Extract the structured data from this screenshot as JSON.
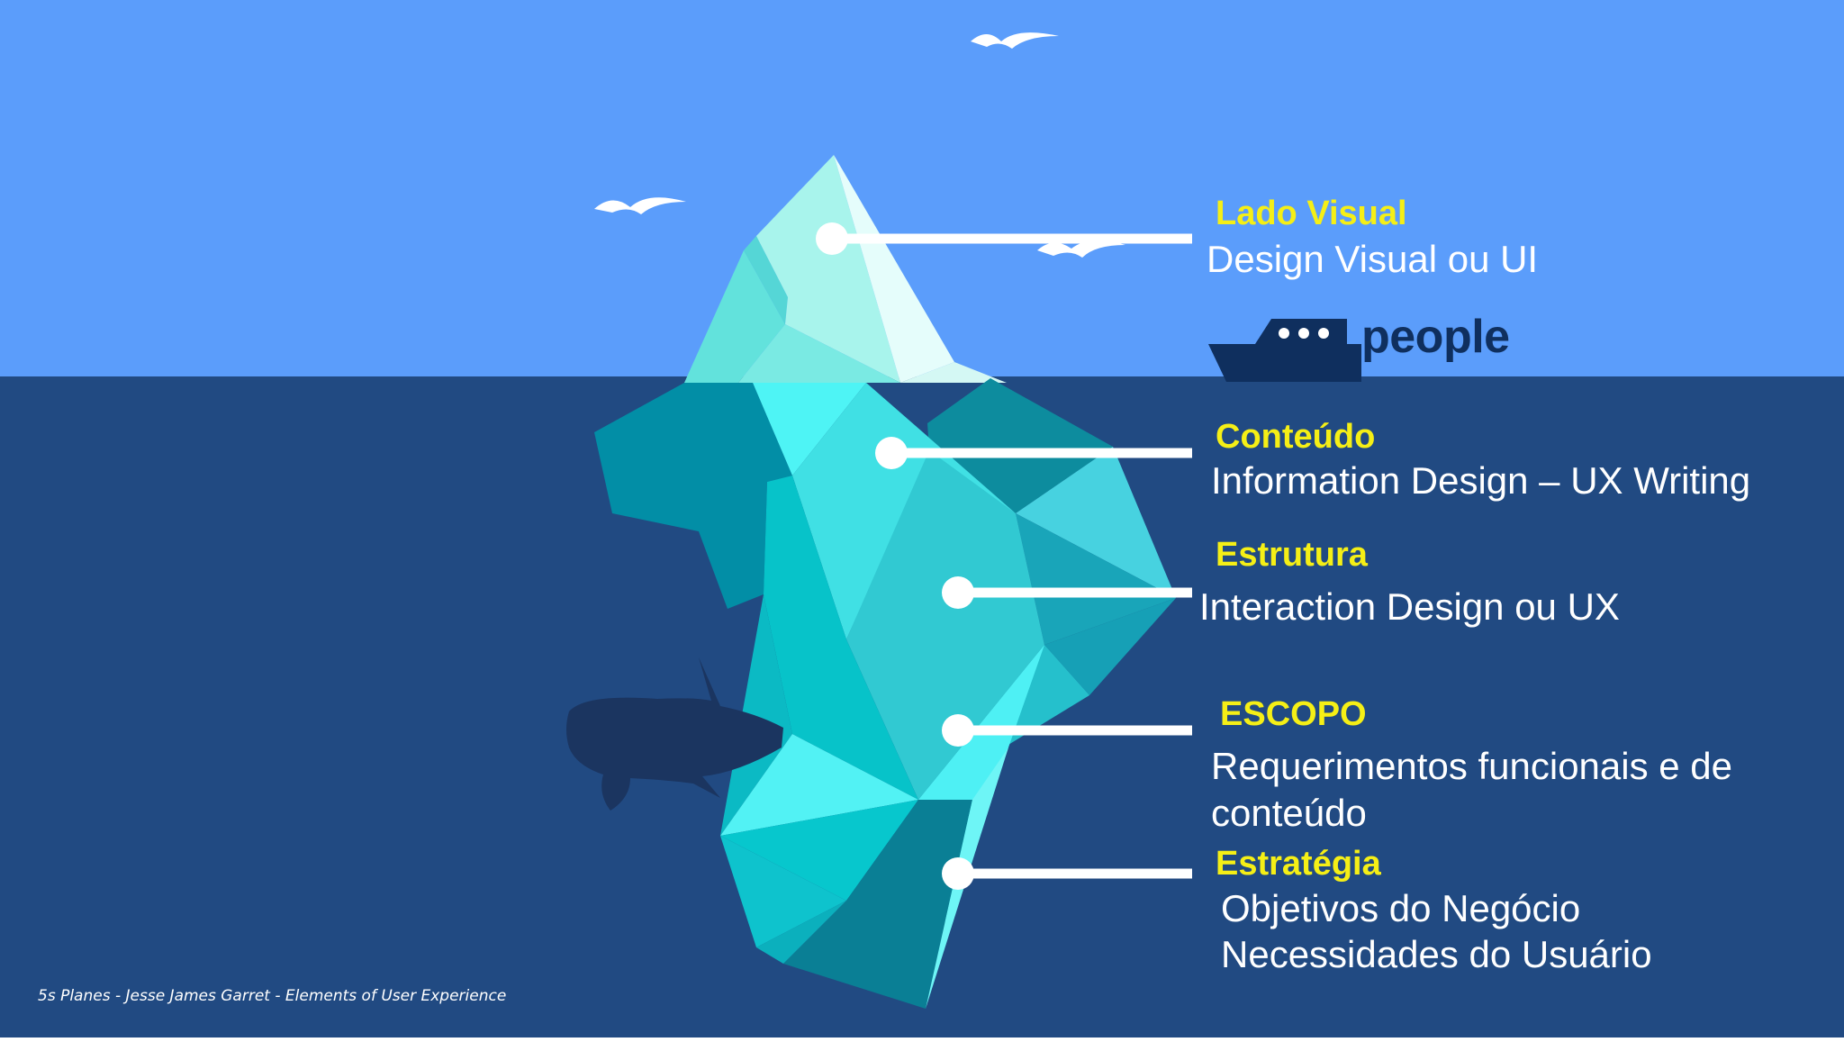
{
  "colors": {
    "sky": "#5b9dfb",
    "sea": "#214a82",
    "label_title": "#f5ef16",
    "label_text": "#ffffff",
    "brand": "#0f2f5e"
  },
  "icons": [
    "seagull-icon",
    "ship-icon",
    "orca-icon",
    "iceberg-icon"
  ],
  "brand": {
    "name": "people"
  },
  "layers": [
    {
      "title": "Lado Visual",
      "description": "Design Visual ou UI"
    },
    {
      "title": "Conteúdo",
      "description": "Information Design – UX Writing"
    },
    {
      "title": "Estrutura",
      "description": "Interaction Design ou UX"
    },
    {
      "title": "ESCOPO",
      "description_line1": "Requerimentos funcionais e de",
      "description_line2": "conteúdo"
    },
    {
      "title": "Estratégia",
      "description_line1": "Objetivos do Negócio",
      "description_line2": "Necessidades do Usuário"
    }
  ],
  "footer": {
    "credit": "5s Planes - Jesse James Garret - Elements of User Experience"
  }
}
